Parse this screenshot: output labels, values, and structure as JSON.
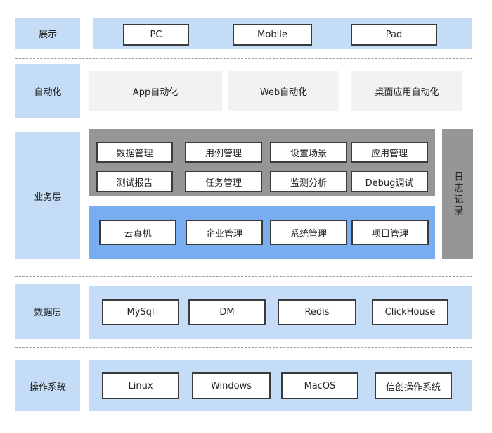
{
  "layers": {
    "display": {
      "label": "展示",
      "items": [
        "PC",
        "Mobile",
        "Pad"
      ]
    },
    "automation": {
      "label": "自动化",
      "items": [
        "App自动化",
        "Web自动化",
        "桌面应用自动化"
      ]
    },
    "business": {
      "label": "业务层",
      "gray_items": [
        "数据管理",
        "用例管理",
        "设置场景",
        "应用管理",
        "测试报告",
        "任务管理",
        "监测分析",
        "Debug调试"
      ],
      "blue_items": [
        "云真机",
        "企业管理",
        "系统管理",
        "项目管理"
      ],
      "log": "日志记录"
    },
    "data": {
      "label": "数据层",
      "items": [
        "MySql",
        "DM",
        "Redis",
        "ClickHouse"
      ]
    },
    "os": {
      "label": "操作系统",
      "items": [
        "Linux",
        "Windows",
        "MacOS",
        "信创操作系统"
      ]
    }
  },
  "colors": {
    "layer_blue": "#c5dcf6",
    "panel_blue": "#78aef0",
    "panel_gray": "#969696",
    "auto_gray": "#f2f2f2",
    "box_border": "#3a3a3a"
  }
}
